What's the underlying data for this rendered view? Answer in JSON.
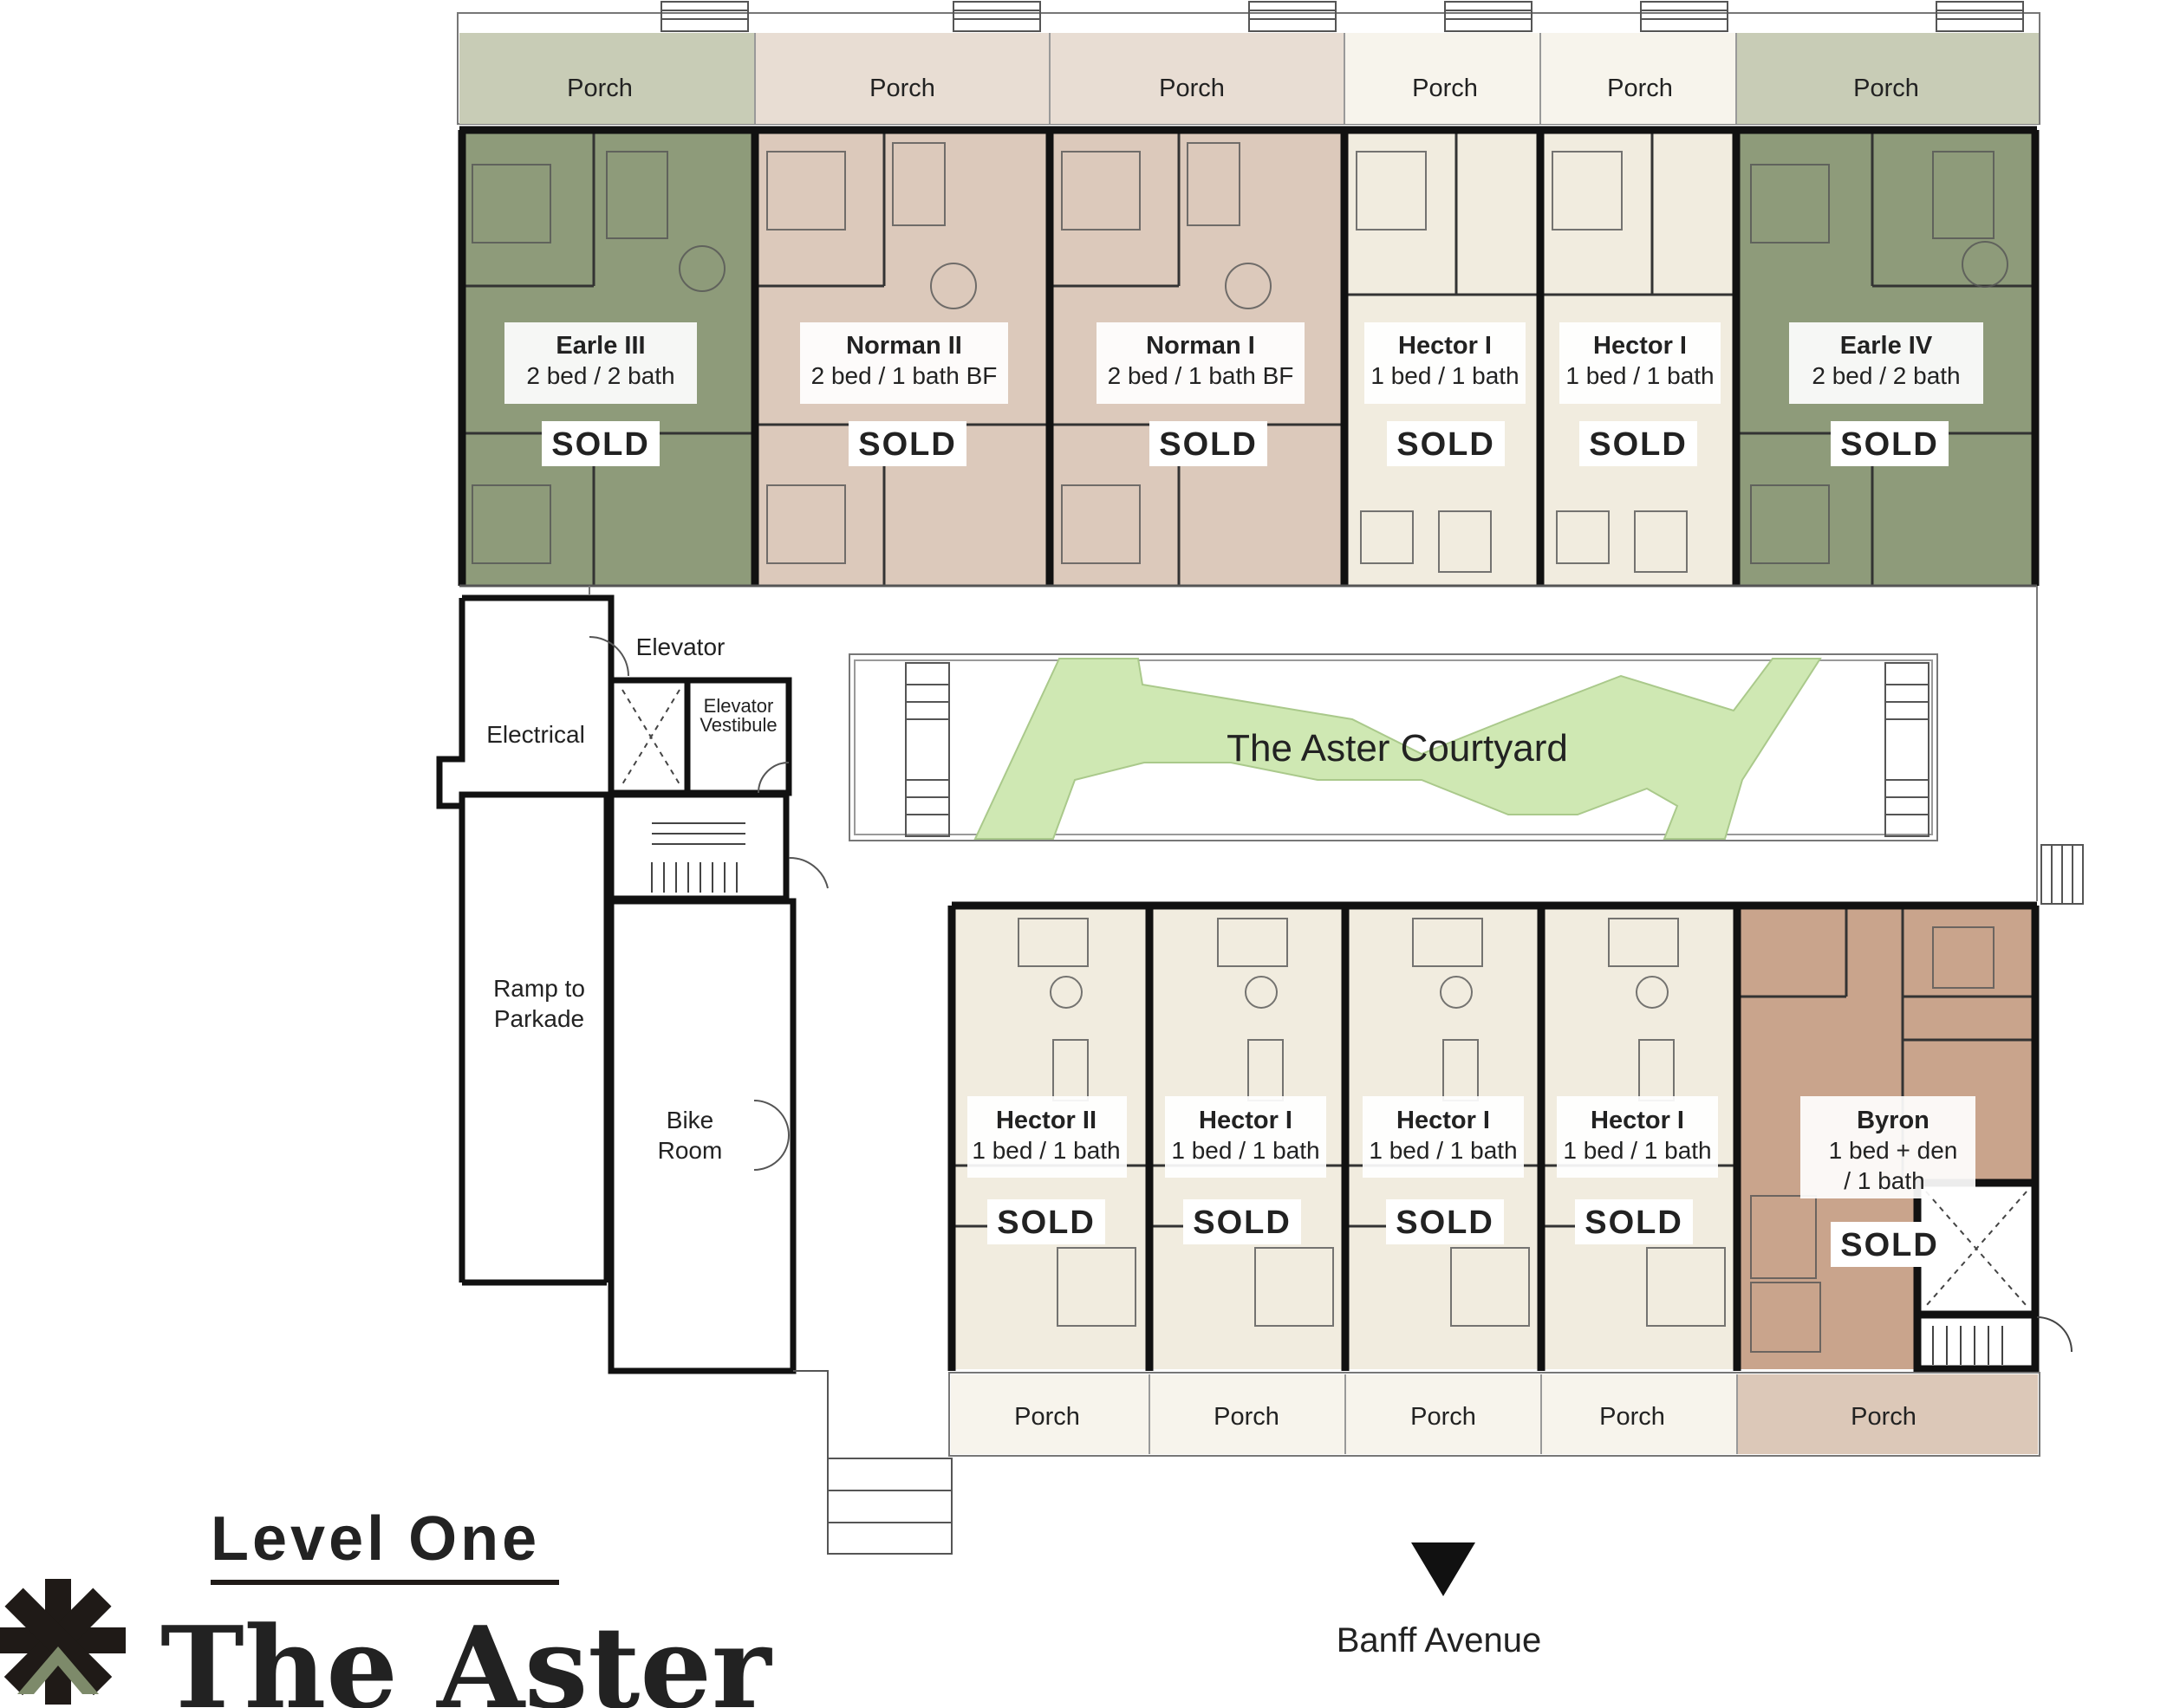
{
  "colors": {
    "earle": "#8e9b7a",
    "norman": "#dcc9bb",
    "hector": "#f1ecdf",
    "byron": "#c9a48c",
    "porch_green": "#c8ccb6",
    "porch_tan": "#e8ddd3",
    "porch_cream": "#f7f4ec",
    "porch_byron": "#dcc8b8",
    "sold": "#a0545a",
    "courtyard": "#cfe8b3",
    "wall": "#111111",
    "logo_green": "#7d8a6a"
  },
  "porch_label": "Porch",
  "sold_label": "SOLD",
  "units": [
    {
      "name": "Earle III",
      "type": "2 bed / 2 bath",
      "scheme": "earle"
    },
    {
      "name": "Norman II",
      "type": "2 bed / 1 bath BF",
      "scheme": "norman"
    },
    {
      "name": "Norman I",
      "type": "2 bed / 1 bath BF",
      "scheme": "norman"
    },
    {
      "name": "Hector I",
      "type": "1 bed / 1 bath",
      "scheme": "hector"
    },
    {
      "name": "Hector I",
      "type": "1 bed / 1 bath",
      "scheme": "hector"
    },
    {
      "name": "Earle IV",
      "type": "2 bed / 2 bath",
      "scheme": "earle"
    },
    {
      "name": "Hector II",
      "type": "1 bed / 1 bath",
      "scheme": "hector"
    },
    {
      "name": "Hector I",
      "type": "1 bed / 1 bath",
      "scheme": "hector"
    },
    {
      "name": "Hector I",
      "type": "1 bed / 1 bath",
      "scheme": "hector"
    },
    {
      "name": "Hector I",
      "type": "1 bed / 1 bath",
      "scheme": "hector"
    },
    {
      "name": "Byron",
      "type": "1 bed  + den",
      "type2": "/ 1 bath",
      "scheme": "byron"
    }
  ],
  "rooms": {
    "elevator": "Elevator",
    "elevator_vestibule_1": "Elevator",
    "elevator_vestibule_2": "Vestibule",
    "electrical": "Electrical",
    "ramp_1": "Ramp to",
    "ramp_2": "Parkade",
    "bike_1": "Bike",
    "bike_2": "Room"
  },
  "courtyard_label": "The Aster Courtyard",
  "street_label": "Banff Avenue",
  "title": {
    "level": "Level One",
    "brand": "The Aster"
  }
}
